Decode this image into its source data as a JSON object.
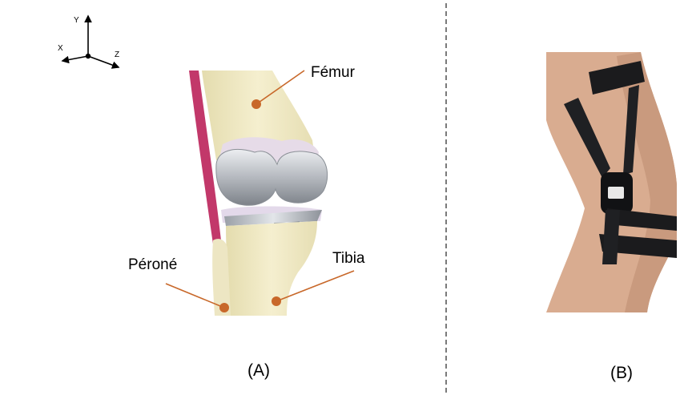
{
  "axes": {
    "y": "Y",
    "x": "X",
    "z": "Z"
  },
  "panel_a": {
    "labels": {
      "femur": "Fémur",
      "tibia": "Tibia",
      "fibula": "Péroné"
    },
    "caption": "(A)"
  },
  "panel_b": {
    "caption": "(B)"
  },
  "colors": {
    "bone": "#f0e9c2",
    "pointer": "#c8682a",
    "implant": "#b8bcc2",
    "brace": "#1b1b1d",
    "skin": "#dcb196",
    "tendon": "#c2386a"
  }
}
